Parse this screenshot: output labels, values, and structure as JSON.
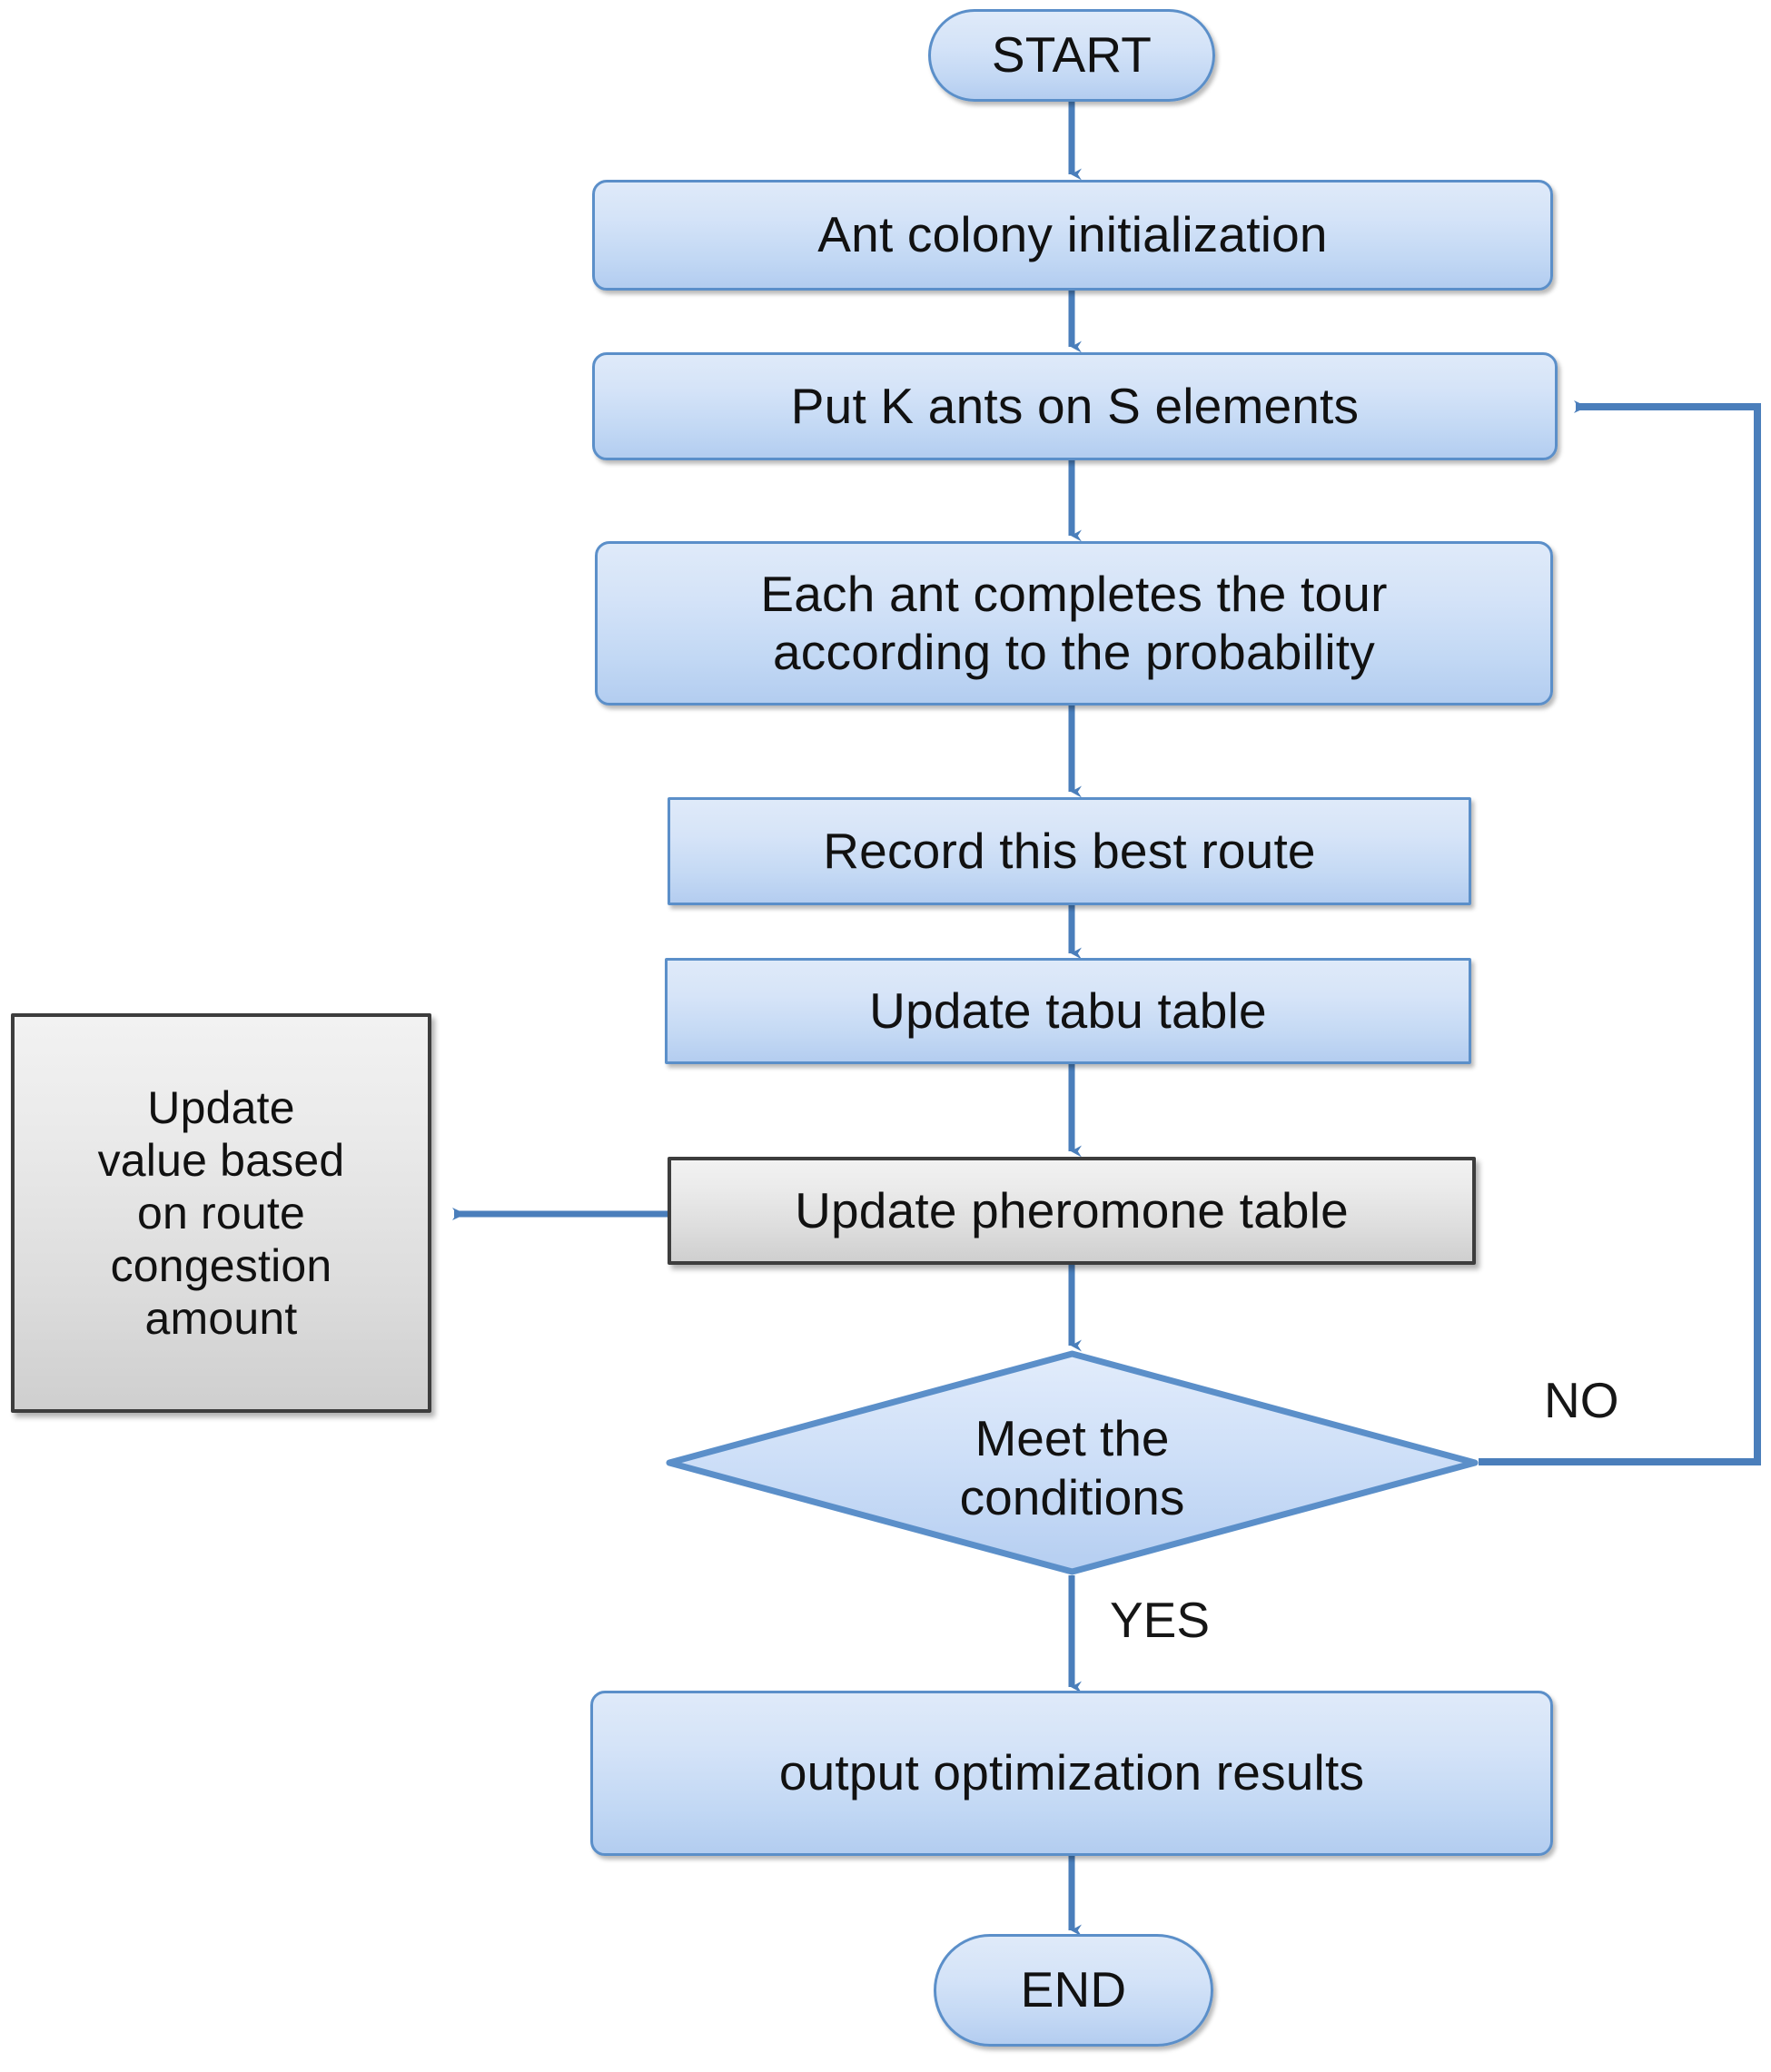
{
  "diagram": {
    "title": "Ant colony optimization algorithm flowchart",
    "type": "flowchart",
    "colors": {
      "node_fill_blue": "#c9dcf5",
      "node_border_blue": "#5b8fc9",
      "node_fill_gray": "#e2e2e2",
      "node_border_gray": "#3d3d3d",
      "connector": "#4a7ebb",
      "text": "#111111",
      "background": "#ffffff"
    }
  },
  "nodes": {
    "start": {
      "label": "START",
      "shape": "terminator"
    },
    "init": {
      "label": "Ant colony initialization",
      "shape": "process-rounded"
    },
    "put_ants": {
      "label": "Put K ants on S elements",
      "shape": "process-rounded"
    },
    "tour": {
      "line1": "Each ant completes the tour",
      "line2": "according to the probability",
      "shape": "process-rounded"
    },
    "record": {
      "label": "Record this best route",
      "shape": "process"
    },
    "tabu": {
      "label": "Update tabu table",
      "shape": "process"
    },
    "pheromone": {
      "label": "Update pheromone table",
      "shape": "process-gray"
    },
    "congestion": {
      "lines": [
        "Update",
        "value based",
        "on route",
        "congestion",
        "amount"
      ],
      "shape": "process-gray"
    },
    "decision": {
      "line1": "Meet the",
      "line2": "conditions",
      "shape": "decision"
    },
    "output": {
      "label": "output optimization results",
      "shape": "process-rounded"
    },
    "end": {
      "label": "END",
      "shape": "terminator"
    }
  },
  "edge_labels": {
    "no": "NO",
    "yes": "YES"
  },
  "edges": [
    {
      "from": "start",
      "to": "init",
      "label": ""
    },
    {
      "from": "init",
      "to": "put_ants",
      "label": ""
    },
    {
      "from": "put_ants",
      "to": "tour",
      "label": ""
    },
    {
      "from": "tour",
      "to": "record",
      "label": ""
    },
    {
      "from": "record",
      "to": "tabu",
      "label": ""
    },
    {
      "from": "tabu",
      "to": "pheromone",
      "label": ""
    },
    {
      "from": "pheromone",
      "to": "congestion",
      "label": ""
    },
    {
      "from": "pheromone",
      "to": "decision",
      "label": ""
    },
    {
      "from": "decision",
      "to": "put_ants",
      "label": "NO"
    },
    {
      "from": "decision",
      "to": "output",
      "label": "YES"
    },
    {
      "from": "output",
      "to": "end",
      "label": ""
    }
  ]
}
